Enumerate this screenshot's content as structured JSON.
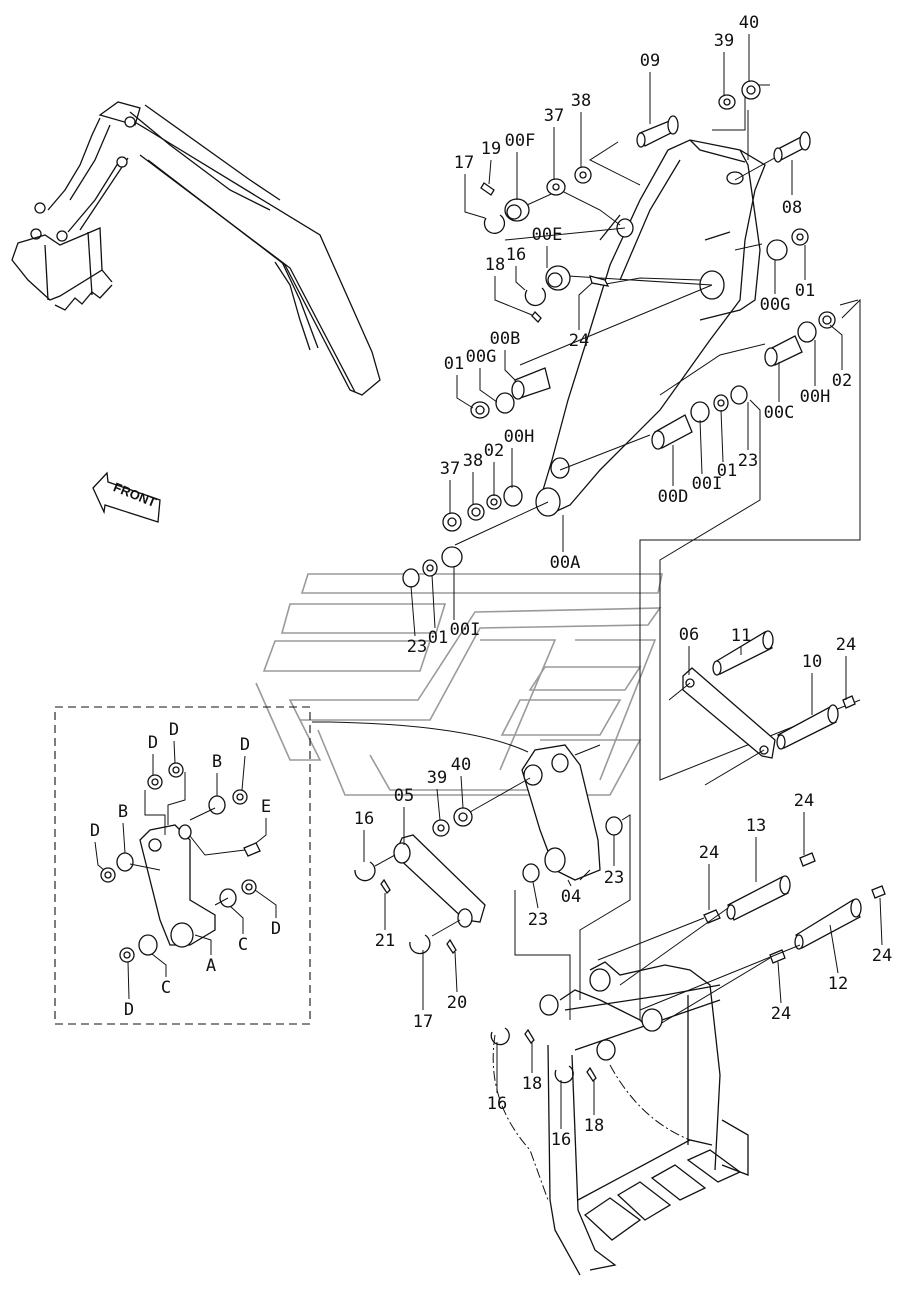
{
  "diagram": {
    "title": "Arm & Bucket Linkage Parts Diagram",
    "direction_label": "FRONT",
    "colors": {
      "line": "#111111",
      "background": "#ffffff",
      "watermark": "#9a9a9a"
    },
    "callouts": [
      {
        "id": "c01",
        "text": "09"
      },
      {
        "id": "c02",
        "text": "39"
      },
      {
        "id": "c03",
        "text": "40"
      },
      {
        "id": "c04",
        "text": "37"
      },
      {
        "id": "c05",
        "text": "38"
      },
      {
        "id": "c06",
        "text": "19"
      },
      {
        "id": "c07",
        "text": "00F"
      },
      {
        "id": "c08",
        "text": "17"
      },
      {
        "id": "c09",
        "text": "08"
      },
      {
        "id": "c10",
        "text": "16"
      },
      {
        "id": "c11",
        "text": "00E"
      },
      {
        "id": "c12",
        "text": "18"
      },
      {
        "id": "c13",
        "text": "24"
      },
      {
        "id": "c14",
        "text": "00G"
      },
      {
        "id": "c15",
        "text": "01"
      },
      {
        "id": "c16",
        "text": "01"
      },
      {
        "id": "c17",
        "text": "00G"
      },
      {
        "id": "c18",
        "text": "00B"
      },
      {
        "id": "c19",
        "text": "02"
      },
      {
        "id": "c20",
        "text": "00H"
      },
      {
        "id": "c21",
        "text": "00C"
      },
      {
        "id": "c22",
        "text": "37"
      },
      {
        "id": "c23",
        "text": "38"
      },
      {
        "id": "c24",
        "text": "02"
      },
      {
        "id": "c25",
        "text": "00H"
      },
      {
        "id": "c26",
        "text": "23"
      },
      {
        "id": "c27",
        "text": "01"
      },
      {
        "id": "c28",
        "text": "00I"
      },
      {
        "id": "c29",
        "text": "00D"
      },
      {
        "id": "c30",
        "text": "00A"
      },
      {
        "id": "c31",
        "text": "23"
      },
      {
        "id": "c32",
        "text": "01"
      },
      {
        "id": "c33",
        "text": "00I"
      },
      {
        "id": "c34",
        "text": "11"
      },
      {
        "id": "c35",
        "text": "06"
      },
      {
        "id": "c36",
        "text": "10"
      },
      {
        "id": "c37",
        "text": "24"
      },
      {
        "id": "c38",
        "text": "05"
      },
      {
        "id": "c39",
        "text": "39"
      },
      {
        "id": "c40",
        "text": "40"
      },
      {
        "id": "c41",
        "text": "16"
      },
      {
        "id": "c42",
        "text": "23"
      },
      {
        "id": "c43",
        "text": "04"
      },
      {
        "id": "c44",
        "text": "23"
      },
      {
        "id": "c45",
        "text": "21"
      },
      {
        "id": "c46",
        "text": "17"
      },
      {
        "id": "c47",
        "text": "20"
      },
      {
        "id": "c48",
        "text": "24"
      },
      {
        "id": "c49",
        "text": "13"
      },
      {
        "id": "c50",
        "text": "24"
      },
      {
        "id": "c51",
        "text": "24"
      },
      {
        "id": "c52",
        "text": "12"
      },
      {
        "id": "c53",
        "text": "24"
      },
      {
        "id": "c54",
        "text": "16"
      },
      {
        "id": "c55",
        "text": "18"
      },
      {
        "id": "c56",
        "text": "16"
      },
      {
        "id": "c57",
        "text": "18"
      }
    ],
    "inset_callouts": [
      {
        "id": "i01",
        "text": "D"
      },
      {
        "id": "i02",
        "text": "D"
      },
      {
        "id": "i03",
        "text": "B"
      },
      {
        "id": "i04",
        "text": "D"
      },
      {
        "id": "i05",
        "text": "B"
      },
      {
        "id": "i06",
        "text": "E"
      },
      {
        "id": "i07",
        "text": "D"
      },
      {
        "id": "i08",
        "text": "D"
      },
      {
        "id": "i09",
        "text": "C"
      },
      {
        "id": "i10",
        "text": "A"
      },
      {
        "id": "i11",
        "text": "C"
      },
      {
        "id": "i12",
        "text": "D"
      }
    ]
  }
}
